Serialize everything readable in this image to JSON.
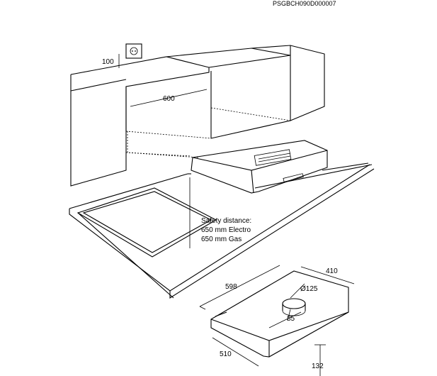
{
  "doc_code": "PSGBCH090D000007",
  "labels": {
    "dim_100": "100",
    "dim_600": "600",
    "safety_1": "Safety distance:",
    "safety_2": "650 mm Electro",
    "safety_3": "650 mm Gas",
    "dim_598": "598",
    "dim_410": "410",
    "dim_125": "Ø125",
    "dim_85": "85",
    "dim_510": "510",
    "dim_132": "132"
  }
}
